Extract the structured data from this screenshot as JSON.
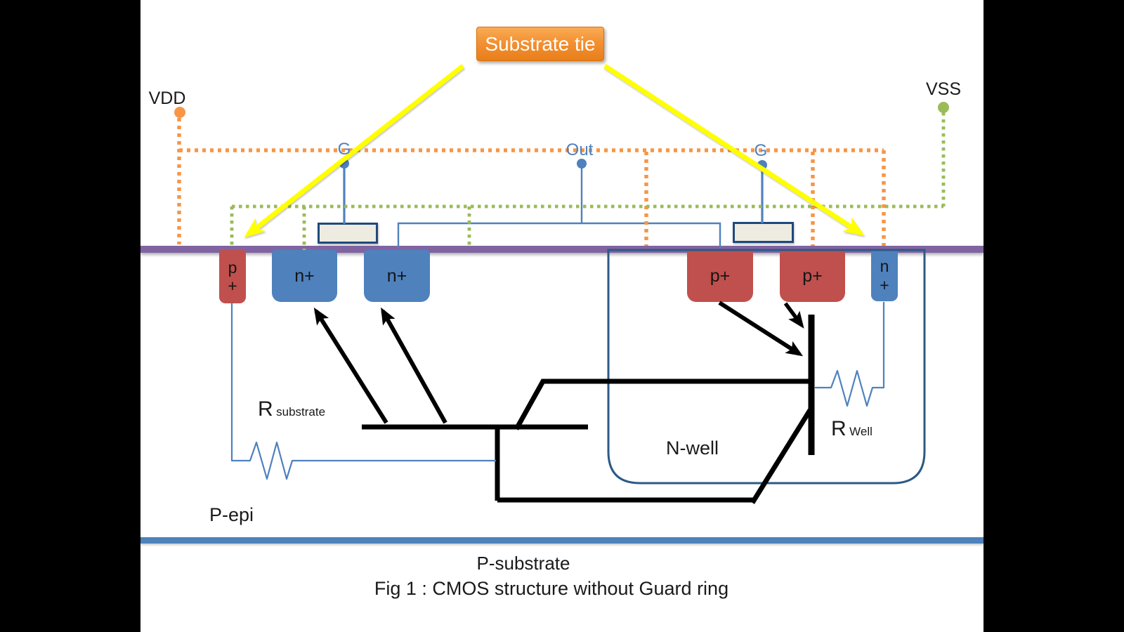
{
  "substrate_tie": {
    "label": "Substrate tie"
  },
  "rails": {
    "vdd": "VDD",
    "vss": "VSS"
  },
  "terminals": {
    "gate_left": "G",
    "out": "Out",
    "gate_right": "G"
  },
  "diffusions": {
    "p_tie": [
      "p",
      "+"
    ],
    "nmos_source": "n+",
    "nmos_drain": "n+",
    "pmos_drain": "p+",
    "pmos_source": "p+",
    "well_tap": [
      "n",
      "+"
    ]
  },
  "resistors": {
    "substrate": {
      "symbol": "R",
      "subscript": "substrate"
    },
    "well": {
      "symbol": "R",
      "subscript": "Well"
    }
  },
  "regions": {
    "n_well": "N-well",
    "p_epi": "P-epi",
    "p_substrate": "P-substrate"
  },
  "caption": "Fig 1 : CMOS structure without Guard ring",
  "colors": {
    "vdd_net_orange": "#F79646",
    "vss_net_green": "#9BBB59",
    "wire_blue": "#4F81BD",
    "diffusion_red": "#C0504D",
    "diffusion_blue": "#4F81BD",
    "surface_purple": "#8064A2",
    "substrate_bar_blue": "#4F81BD",
    "nwell_border": "#2D5986",
    "gate_fill": "#EEECE1",
    "gate_border": "#1F497D",
    "highlight_yellow": "#FFFF00",
    "tie_box_orange": "#F08C28"
  }
}
